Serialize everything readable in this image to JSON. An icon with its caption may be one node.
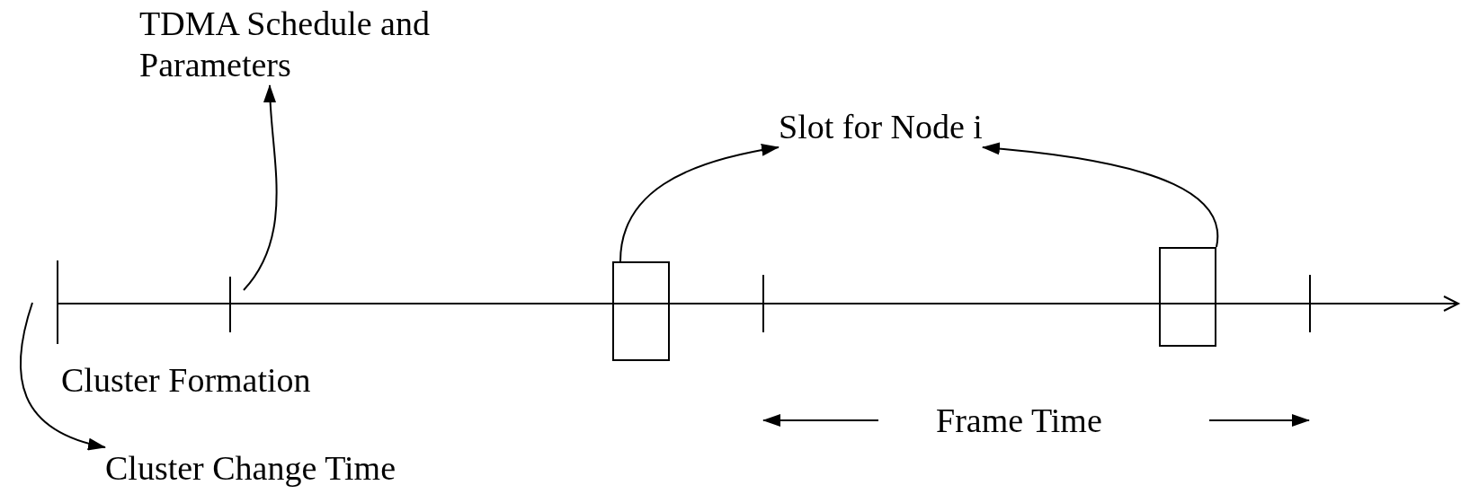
{
  "diagram": {
    "nodes": [
      {
        "text": [
          "TDMA Schedule and Parameters"
        ]
      },
      {
        "text": [
          "Slot for Node i"
        ]
      },
      {
        "text": [],
        "shape": "box"
      },
      {
        "text": [],
        "shape": "box"
      },
      {
        "text": [
          "Cluster Change Time"
        ]
      }
    ],
    "edges": [
      {
        "from": null,
        "to": 0,
        "arrow": "to"
      },
      {
        "from": 2,
        "to": 1,
        "arrow": "to"
      },
      {
        "from": 3,
        "to": 1,
        "arrow": "to"
      },
      {
        "from": null,
        "to": 4,
        "arrow": "to"
      }
    ],
    "labels": [
      "Cluster Formation",
      "Frame Time"
    ]
  }
}
